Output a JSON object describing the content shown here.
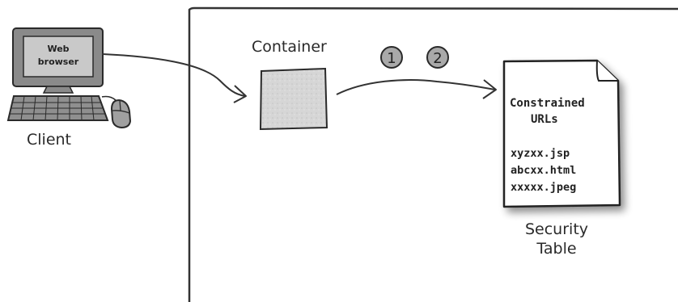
{
  "client": {
    "screen_text_line1": "Web",
    "screen_text_line2": "browser",
    "label": "Client"
  },
  "container": {
    "label": "Container"
  },
  "steps": {
    "step1": "1",
    "step2": "2"
  },
  "security_table": {
    "heading_line1": "Constrained",
    "heading_line2": "URLs",
    "urls": [
      "xyzxx.jsp",
      "abcxx.html",
      "xxxxx.jpeg"
    ],
    "caption_line1": "Security",
    "caption_line2": "Table"
  },
  "colors": {
    "line": "#333333",
    "monitor_fill": "#8a8a8a",
    "screen_fill": "#c9c9c9",
    "container_fill": "#d8d8d8",
    "step_fill": "#a9a9a9",
    "doc_shadow": "#bdbdbd"
  }
}
